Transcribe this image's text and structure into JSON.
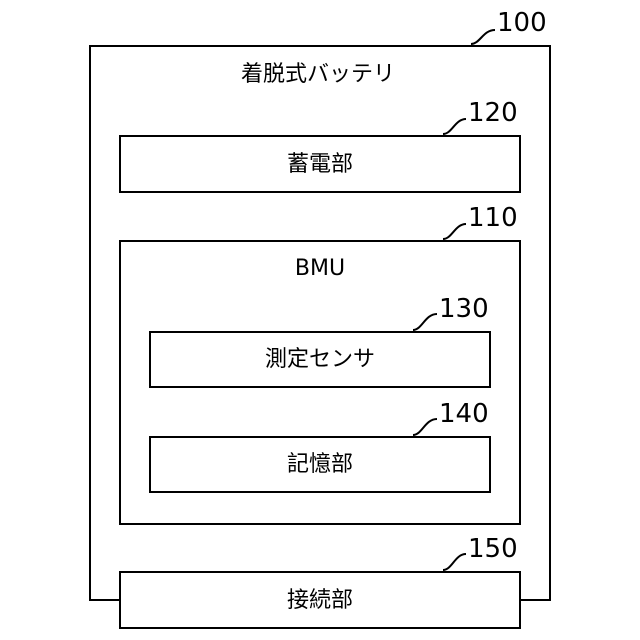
{
  "battery": {
    "label": "着脱式バッテリ",
    "ref": "100"
  },
  "storage": {
    "label": "蓄電部",
    "ref": "120"
  },
  "bmu": {
    "label": "BMU",
    "ref": "110"
  },
  "sensor": {
    "label": "測定センサ",
    "ref": "130"
  },
  "memory": {
    "label": "記憶部",
    "ref": "140"
  },
  "connector": {
    "label": "接続部",
    "ref": "150"
  },
  "colors": {
    "stroke": "#000000",
    "background": "#ffffff"
  }
}
